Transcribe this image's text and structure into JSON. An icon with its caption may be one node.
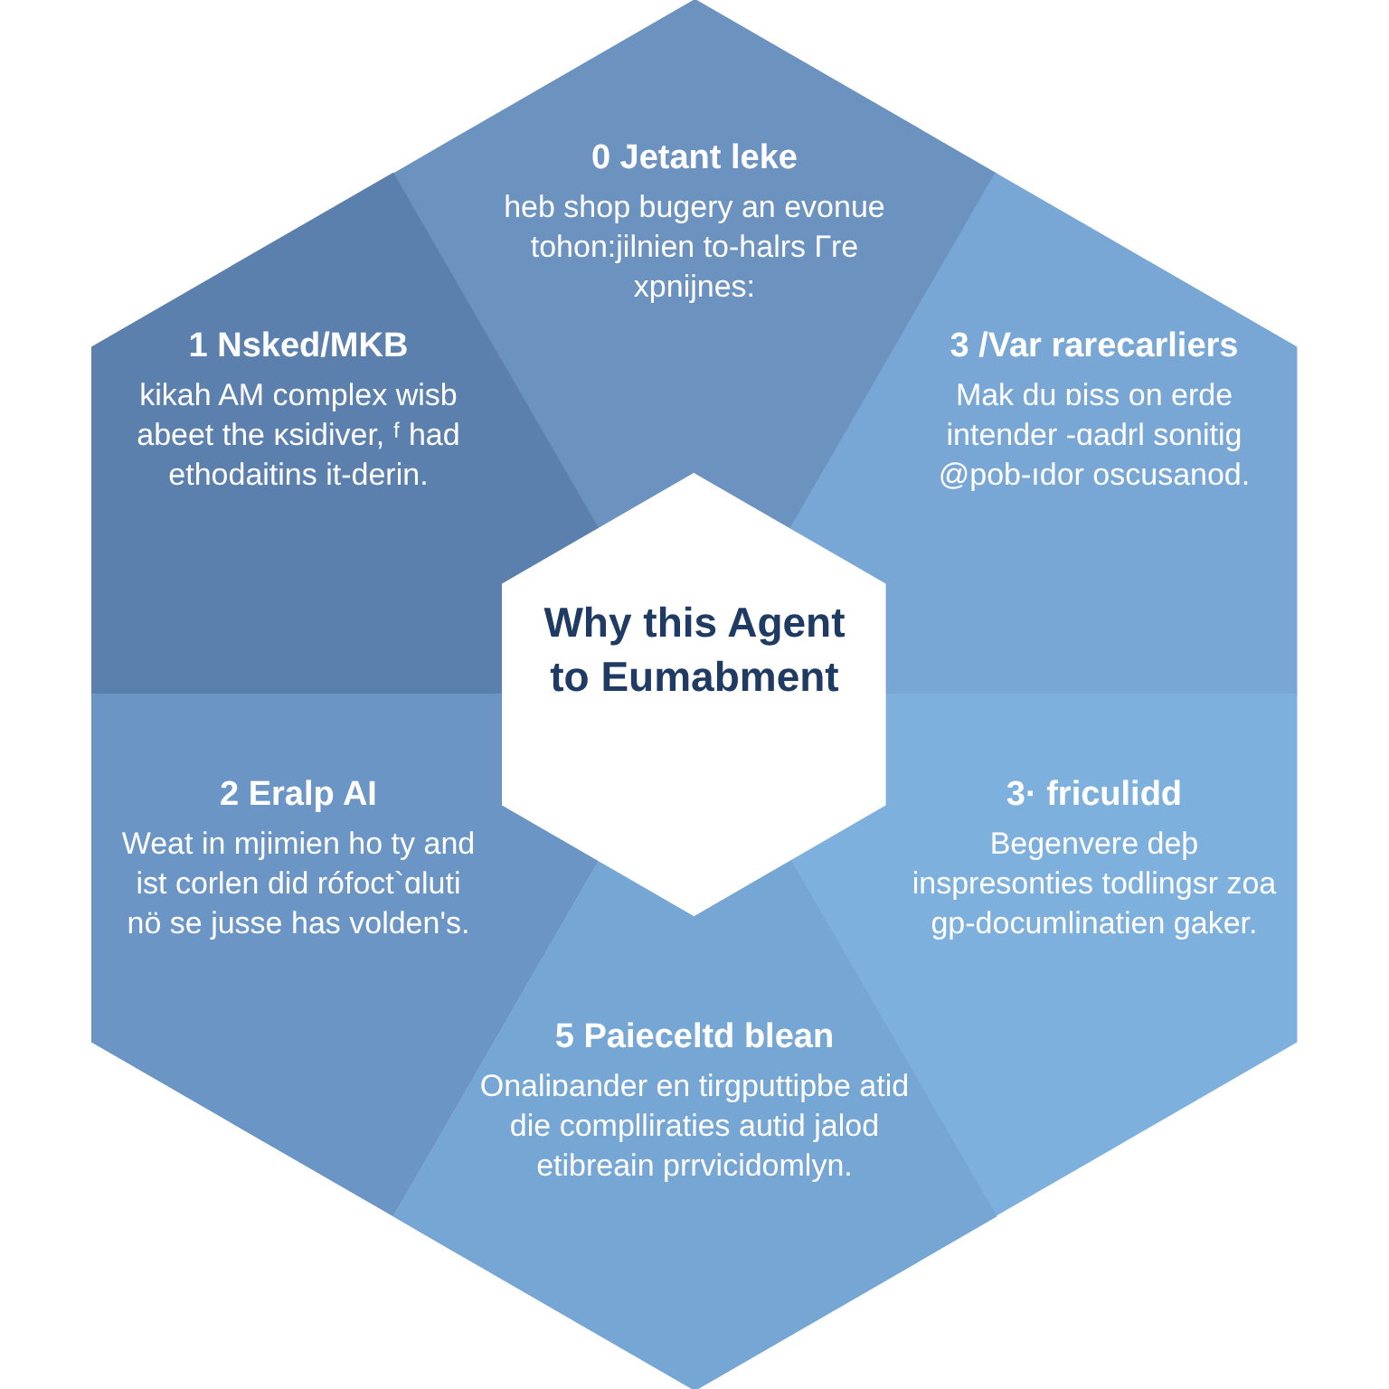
{
  "diagram": {
    "nodes": [
      {
        "text": [
          "0 Jetant leke",
          "heb shop bugery an evonue tohon:jilnien to-halrs Гre xpnijnes:"
        ]
      },
      {
        "text": [
          "1 Nsked/MKB",
          "kikah AM complex wisb abeet the ĸsidiver, ᶠ had ethodaitins it-derin."
        ]
      },
      {
        "text": [
          "3 /Var rarecarliers",
          "Mak du ɒiss on erde intender -ɑadrl sonitig @pob-ıdor oscusanod."
        ]
      },
      {
        "text": [
          "Why this Agent to Eumabment"
        ]
      },
      {
        "text": [
          "2 Eralp AI",
          "Weat in mjimien ho ty and ist corlen did rófoct`ɑluti nö se jusse has volden's."
        ]
      },
      {
        "text": [
          "3· friculidd",
          "Begenvere deþ inspresonties todlingsr zoa gp-documlinatien gaker."
        ]
      },
      {
        "text": [
          "5 Paieceltd blean",
          "Onaliɒander en tirgputtipbe atid die compllirаties autid jalod etibreain prrvicidomlyn."
        ]
      }
    ]
  }
}
